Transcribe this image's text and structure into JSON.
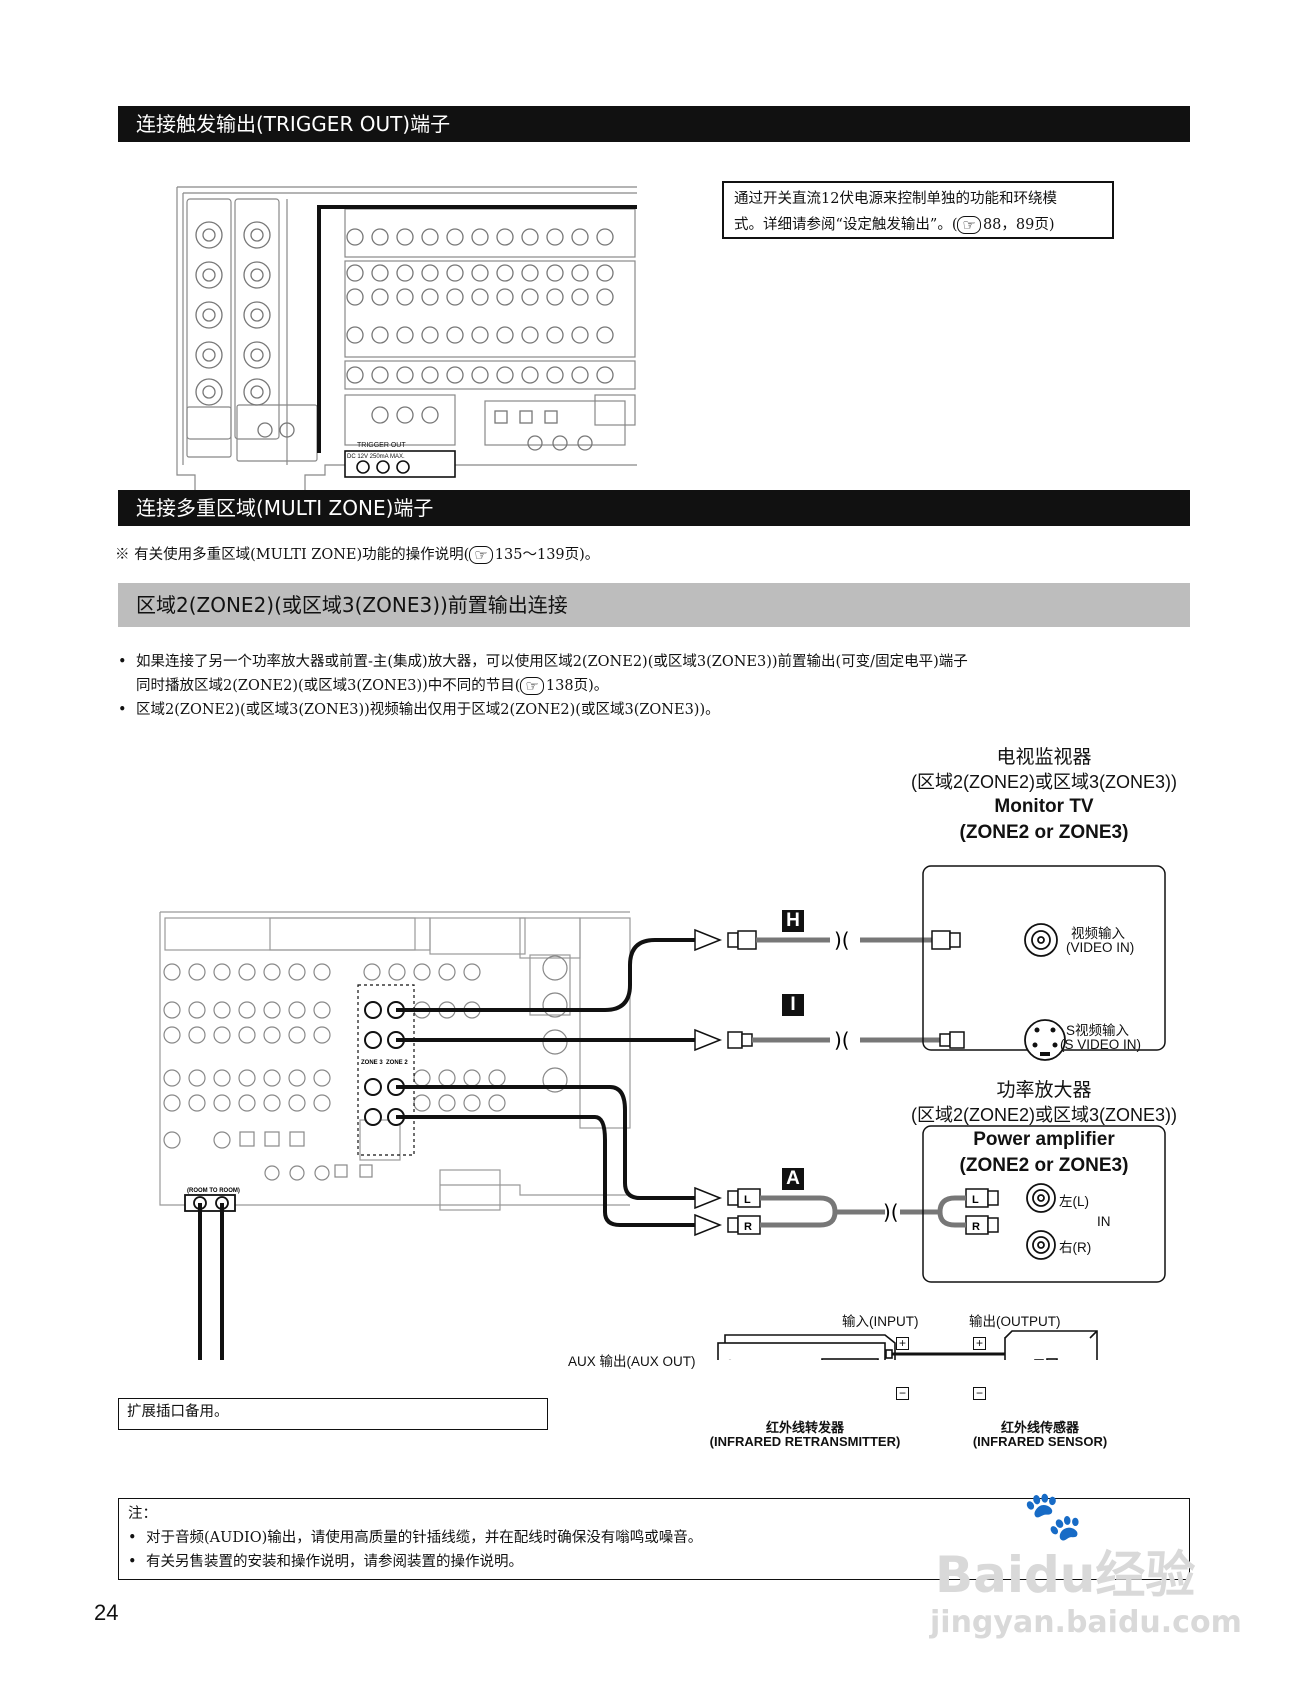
{
  "trigger": {
    "title": "连接触发输出(TRIGGER OUT)端子",
    "callout_text1": "通过开关直流12伏电源来控制单独的功能和环绕模",
    "callout_text2": "式。详细请参阅“设定触发输出”。(",
    "callout_ref": "88，89页)",
    "panel_label_trigger": "TRIGGER OUT",
    "panel_label_spec": "DC 12V 250mA MAX."
  },
  "multi_zone": {
    "title": "连接多重区域(MULTI ZONE)端子",
    "note_prefix": "※ 有关使用多重区域(MULTI ZONE)功能的操作说明(",
    "note_ref": "135～139页)。"
  },
  "zone_preout": {
    "title": "区域2(ZONE2)(或区域3(ZONE3))前置输出连接",
    "bullet1_line1": "如果连接了另一个功率放大器或前置-主(集成)放大器，可以使用区域2(ZONE2)(或区域3(ZONE3))前置输出(可变/固定电平)端子",
    "bullet1_line2_prefix": "同时播放区域2(ZONE2)(或区域3(ZONE3))中不同的节目(",
    "bullet1_line2_ref": "138页)。",
    "bullet2": "区域2(ZONE2)(或区域3(ZONE3))视频输出仅用于区域2(ZONE2)(或区域3(ZONE3))。"
  },
  "diagram": {
    "monitor_cn": "电视监视器",
    "monitor_zone_cn": "(区域2(ZONE2)或区域3(ZONE3))",
    "monitor_en": "Monitor TV",
    "monitor_zone_en": "(ZONE2 or ZONE3)",
    "video_in_cn": "视频输入",
    "video_in_en": "(VIDEO IN)",
    "svideo_in_cn": "S视频输入",
    "svideo_in_en": "(S VIDEO IN)",
    "amp_cn": "功率放大器",
    "amp_zone_cn": "(区域2(ZONE2)或区域3(ZONE3))",
    "amp_en": "Power amplifier",
    "amp_zone_en": "(ZONE2 or ZONE3)",
    "left": "左(L)",
    "right": "右(R)",
    "in_label": "IN",
    "tag_h": "H",
    "tag_i": "I",
    "tag_a": "A",
    "input_label": "输入(INPUT)",
    "output_label": "输出(OUTPUT)",
    "aux_out": "AUX 输出(AUX OUT)",
    "retransmitter_cn": "红外线转发器",
    "retransmitter_en": "(INFRARED RETRANSMITTER)",
    "sensor_cn": "红外线传感器",
    "sensor_en": "(INFRARED SENSOR)",
    "expansion": "扩展插口备用。",
    "plus": "+",
    "minus": "−",
    "zone_labels": [
      "ZONE 3",
      "ZONE 2"
    ],
    "room_to_room": "(ROOM TO ROOM)"
  },
  "notes": {
    "heading": "注：",
    "item1": "对于音频(AUDIO)输出，请使用高质量的针插线缆，并在配线时确保没有嗡鸣或噪音。",
    "item2": "有关另售装置的安装和操作说明，请参阅装置的操作说明。"
  },
  "page_number": "24",
  "watermark": {
    "brand": "Baidu经验",
    "url": "jingyan.baidu.com"
  }
}
